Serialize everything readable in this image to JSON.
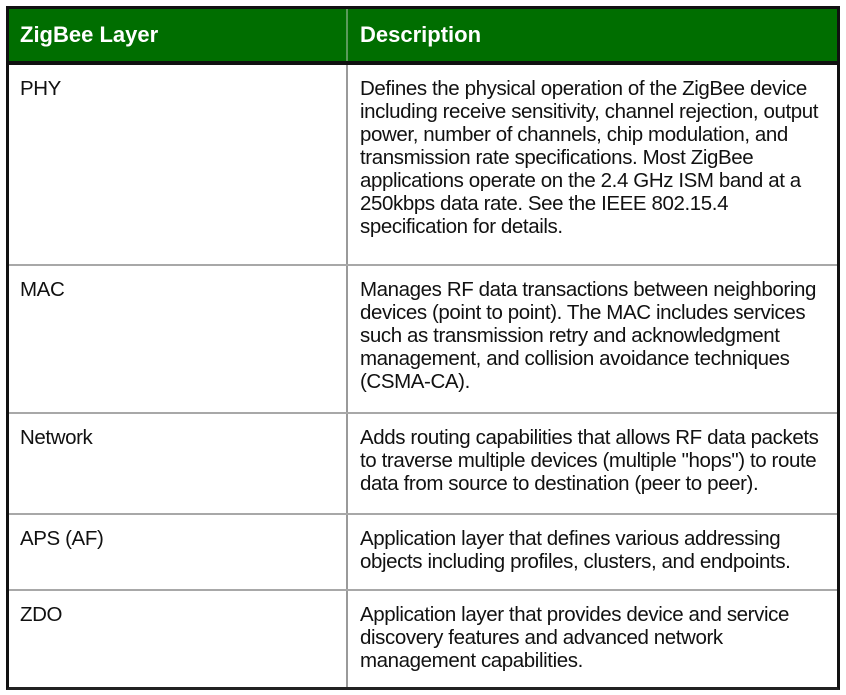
{
  "table": {
    "header_color": "#006e00",
    "columns": [
      {
        "label": "ZigBee Layer"
      },
      {
        "label": "Description"
      }
    ],
    "rows": [
      {
        "layer": "PHY",
        "description": "Defines the physical operation of the ZigBee device including receive sensitivity, channel rejection, output power, number of channels, chip modulation, and transmission rate specifications. Most ZigBee applications operate on the 2.4 GHz ISM band at a 250kbps data rate. See the IEEE 802.15.4 specification for details."
      },
      {
        "layer": "MAC",
        "description": "Manages RF data transactions between neighboring devices (point to point). The MAC includes services such as transmission retry and acknowledgment management, and collision avoidance techniques (CSMA-CA)."
      },
      {
        "layer": "Network",
        "description": "Adds routing capabilities that allows RF data packets to traverse multiple devices (multiple \"hops\") to route data from source to destination (peer to peer)."
      },
      {
        "layer": "APS (AF)",
        "description": "Application layer that defines various addressing objects including profiles, clusters, and endpoints."
      },
      {
        "layer": "ZDO",
        "description": "Application layer that provides device and service discovery features and advanced network management capabilities."
      }
    ]
  }
}
